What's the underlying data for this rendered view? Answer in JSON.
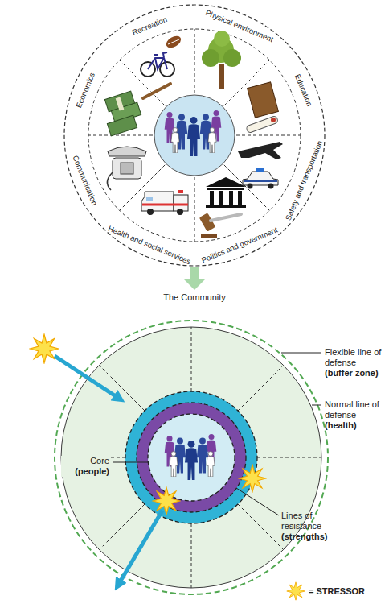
{
  "diagram": {
    "labels": [
      "Recreation",
      "Physical environment",
      "Education",
      "Safety and transportation",
      "Politics and government",
      "Health and social services",
      "Communication",
      "Economics",
      "The Community",
      "Flexible line of defense",
      "(buffer zone)",
      "Normal line of defense",
      "(health)",
      "Core",
      "(people)",
      "Lines of resistance",
      "(strengths)"
    ],
    "legend": [
      {
        "text": "= STRESSOR"
      }
    ]
  }
}
